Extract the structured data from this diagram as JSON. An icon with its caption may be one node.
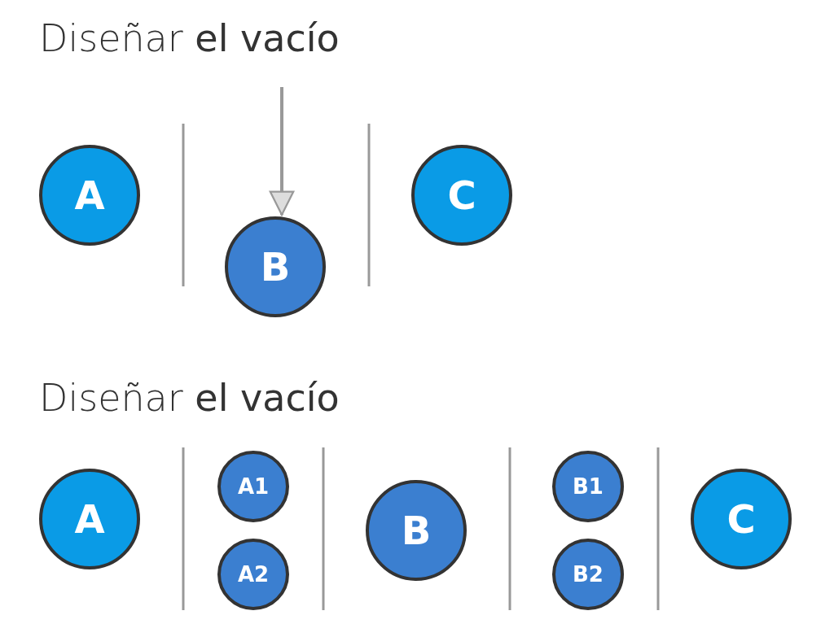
{
  "diagram": {
    "nodes": [
      {
        "text": [
          "A"
        ]
      },
      {
        "text": [
          "B"
        ]
      },
      {
        "text": [
          "C"
        ]
      },
      {
        "text": [
          "A"
        ]
      },
      {
        "text": [
          "A1"
        ]
      },
      {
        "text": [
          "A2"
        ]
      },
      {
        "text": [
          "B"
        ]
      },
      {
        "text": [
          "B1"
        ]
      },
      {
        "text": [
          "B2"
        ]
      },
      {
        "text": [
          "C"
        ]
      }
    ],
    "edges": [
      {
        "from": null,
        "to": 1,
        "arrow": "to"
      }
    ],
    "labels": [
      "Diseñar **el vacío**",
      "Diseñar **el vacío**"
    ]
  }
}
